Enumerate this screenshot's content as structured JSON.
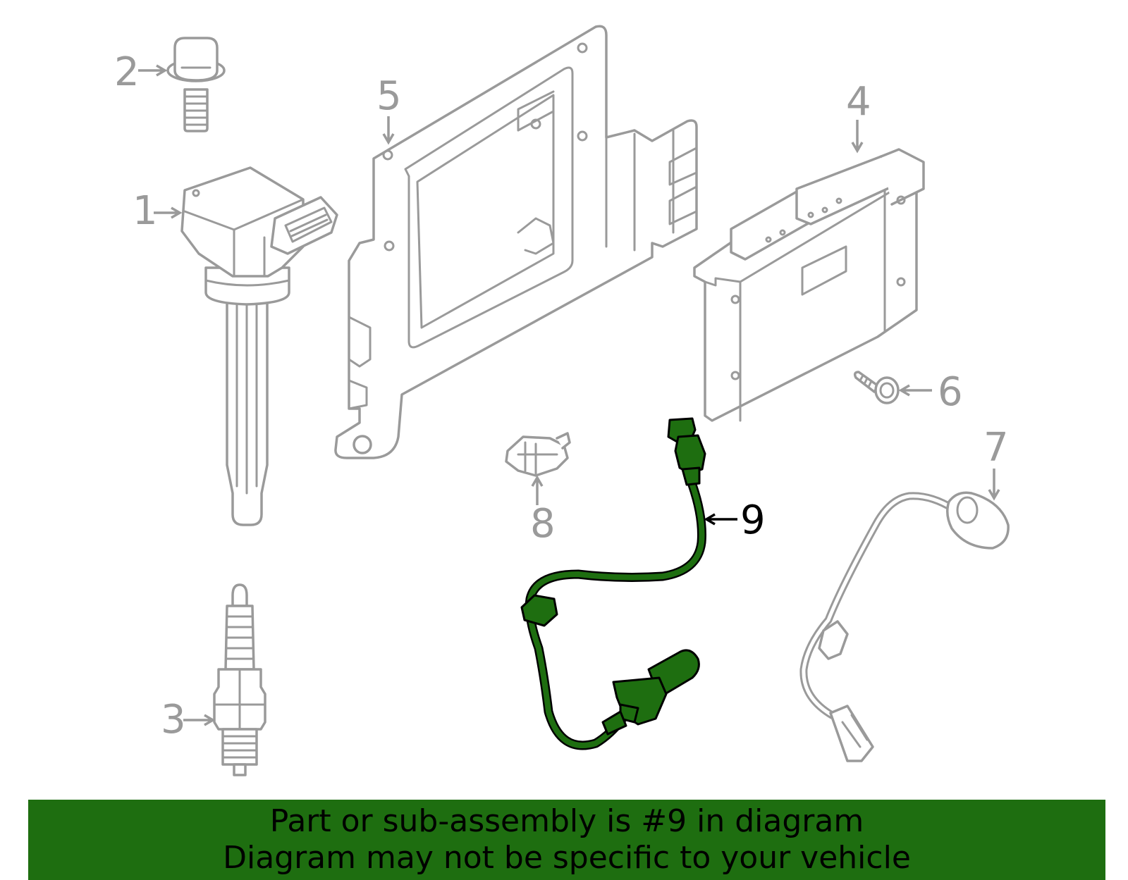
{
  "callouts": {
    "c1": "1",
    "c2": "2",
    "c3": "3",
    "c4": "4",
    "c5": "5",
    "c6": "6",
    "c7": "7",
    "c8": "8",
    "c9": "9"
  },
  "highlighted_part": "9",
  "colors": {
    "highlight": "#1e6e10",
    "parts": "#9a9a9a",
    "banner": "#1e6e10"
  },
  "banner": {
    "line1": "Part or sub-assembly is #9 in diagram",
    "line2": "Diagram may not be specific to your vehicle"
  }
}
